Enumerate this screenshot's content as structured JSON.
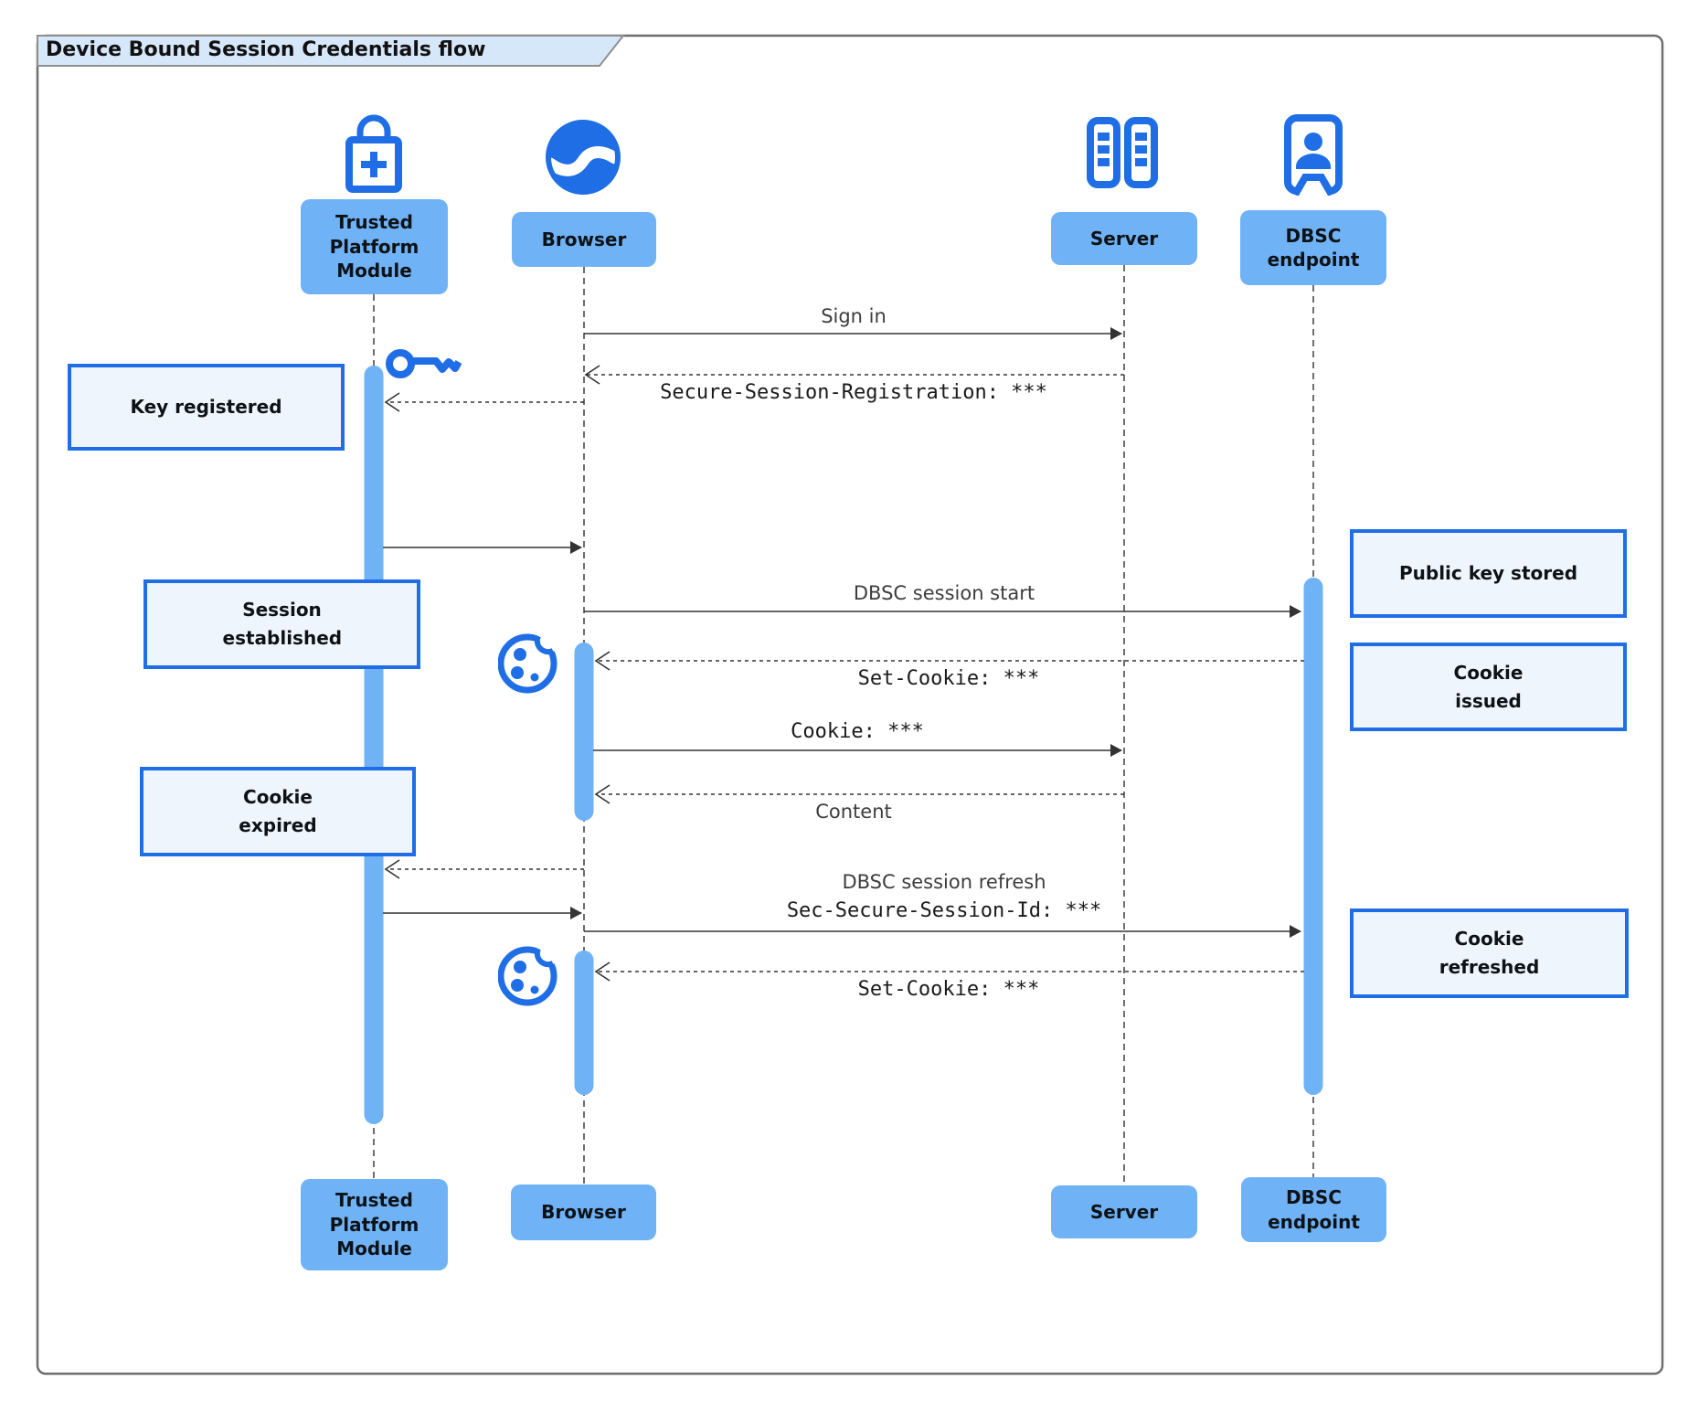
{
  "title": "Device Bound Session Credentials flow",
  "actors": {
    "tpm": {
      "label": "Trusted Platform Module",
      "icon": "lock-plus-icon"
    },
    "browser": {
      "label": "Browser",
      "icon": "globe-icon"
    },
    "server": {
      "label": "Server",
      "icon": "server-rack-icon"
    },
    "dbsc": {
      "label": "DBSC endpoint",
      "icon": "door-person-icon"
    }
  },
  "messages": {
    "sign_in": {
      "label": "Sign in",
      "from": "Browser",
      "to": "Server",
      "style": "solid"
    },
    "session_registration": {
      "label": "Secure-Session-Registration: ***",
      "from": "Server",
      "to": "Browser",
      "style": "dashed"
    },
    "register_key": {
      "label": "",
      "icon": "key-icon",
      "from": "Browser",
      "to": "Trusted Platform Module",
      "style": "dashed"
    },
    "tpm_reply_1": {
      "label": "",
      "from": "Trusted Platform Module",
      "to": "Browser",
      "style": "solid"
    },
    "dbsc_session_start": {
      "label": "DBSC session start",
      "from": "Browser",
      "to": "DBSC endpoint",
      "style": "solid"
    },
    "set_cookie_1": {
      "label": "Set-Cookie: ***",
      "icon": "cookie-icon",
      "from": "DBSC endpoint",
      "to": "Browser",
      "style": "dashed"
    },
    "cookie": {
      "label": "Cookie: ***",
      "from": "Browser",
      "to": "Server",
      "style": "solid"
    },
    "content": {
      "label": "Content",
      "from": "Server",
      "to": "Browser",
      "style": "dashed"
    },
    "expired_to_tpm": {
      "label": "",
      "from": "Browser",
      "to": "Trusted Platform Module",
      "style": "dashed"
    },
    "tpm_reply_2": {
      "label": "",
      "from": "Trusted Platform Module",
      "to": "Browser",
      "style": "solid"
    },
    "dbsc_session_refresh": {
      "label_line1": "DBSC session refresh",
      "label_line2": "Sec-Secure-Session-Id: ***",
      "from": "Browser",
      "to": "DBSC endpoint",
      "style": "solid"
    },
    "set_cookie_2": {
      "label": "Set-Cookie: ***",
      "icon": "cookie-icon",
      "from": "DBSC endpoint",
      "to": "Browser",
      "style": "dashed"
    }
  },
  "notes": {
    "key_registered": {
      "label": "Key registered"
    },
    "session_established": {
      "label": "Session established"
    },
    "cookie_expired": {
      "label": "Cookie expired"
    },
    "public_key_stored": {
      "label": "Public key stored"
    },
    "cookie_issued": {
      "label": "Cookie issued"
    },
    "cookie_refreshed": {
      "label": "Cookie refreshed"
    }
  },
  "colors": {
    "icon_blue": "#1f6ee5",
    "actor_fill": "#70b2f6",
    "note_fill": "#eef5fd",
    "note_border": "#1f6ee5",
    "tab_fill": "#d7e7fa",
    "frame_border": "#6e6e6e",
    "arrow": "#333333"
  }
}
